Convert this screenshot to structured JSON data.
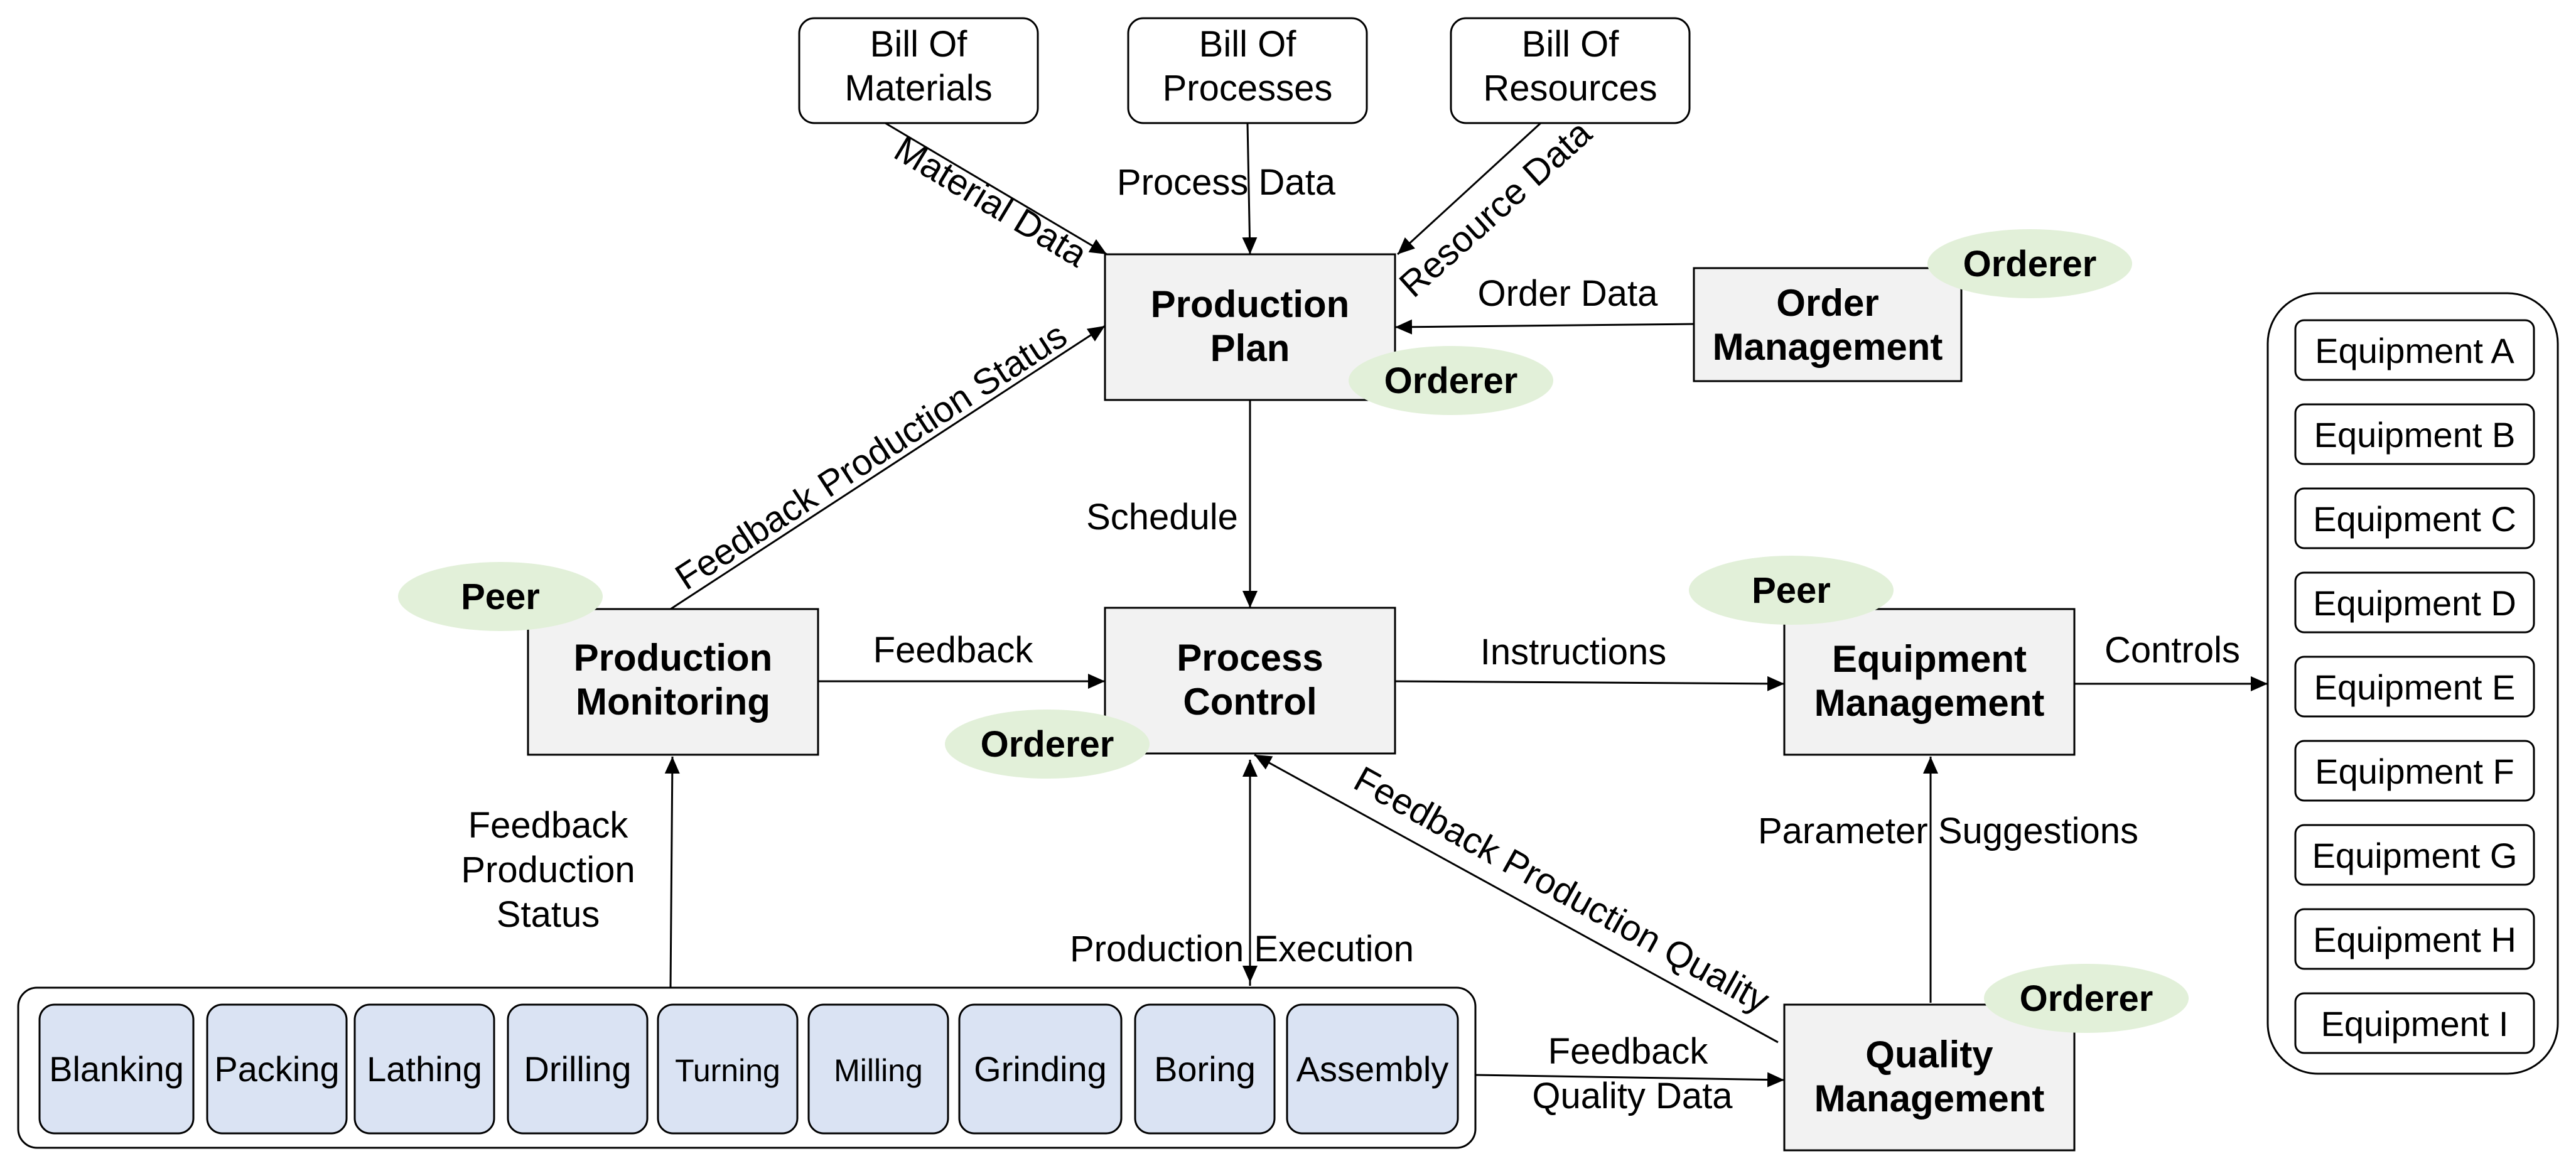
{
  "diagram": {
    "top_sources": {
      "bill_of_materials": [
        "Bill Of",
        "Materials"
      ],
      "bill_of_processes": [
        "Bill Of",
        "Processes"
      ],
      "bill_of_resources": [
        "Bill Of",
        "Resources"
      ]
    },
    "modules": {
      "production_plan": [
        "Production",
        "Plan"
      ],
      "order_management": [
        "Order",
        "Management"
      ],
      "production_monitoring": [
        "Production",
        "Monitoring"
      ],
      "process_control": [
        "Process",
        "Control"
      ],
      "equipment_management": [
        "Equipment",
        "Management"
      ],
      "quality_management": [
        "Quality",
        "Management"
      ]
    },
    "roles": {
      "orderer": "Orderer",
      "peer": "Peer"
    },
    "edge_labels": {
      "material_data": "Material Data",
      "process_data": "Process Data",
      "resource_data": "Resource Data",
      "order_data": "Order Data",
      "feedback_production_status_diag": "Feedback Production Status",
      "schedule": "Schedule",
      "feedback": "Feedback",
      "instructions": "Instructions",
      "controls": "Controls",
      "feedback_production_status_vert": [
        "Feedback",
        "Production",
        "Status"
      ],
      "feedback_production_quality": "Feedback Production Quality",
      "parameter_suggestions": "Parameter Suggestions",
      "production_execution": "Production Execution",
      "feedback_quality_data": [
        "Feedback",
        "Quality Data"
      ]
    },
    "processes": [
      "Blanking",
      "Packing",
      "Lathing",
      "Drilling",
      "Turning",
      "Milling",
      "Grinding",
      "Boring",
      "Assembly"
    ],
    "equipment": [
      "Equipment A",
      "Equipment B",
      "Equipment C",
      "Equipment D",
      "Equipment E",
      "Equipment F",
      "Equipment G",
      "Equipment H",
      "Equipment I"
    ],
    "colors": {
      "module_fill": "#f2f2f2",
      "process_fill": "#dae3f3",
      "role_fill": "#e2f0d9",
      "stroke": "#000000"
    }
  }
}
